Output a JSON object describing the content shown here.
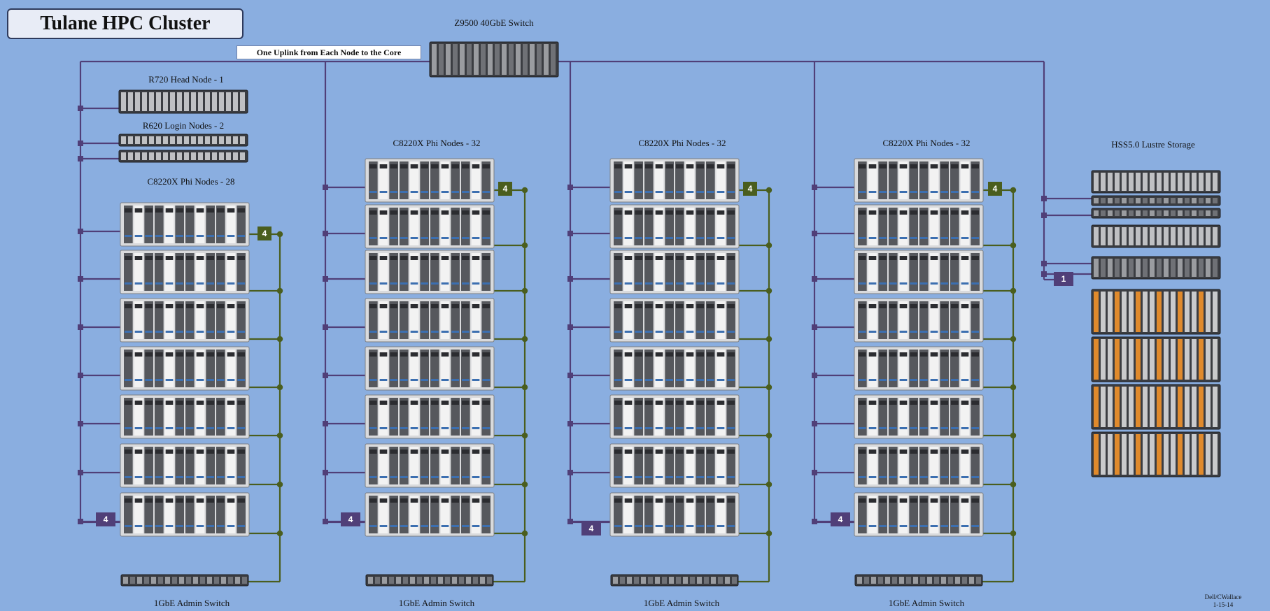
{
  "title": "Tulane HPC Cluster",
  "note": "One Uplink from Each Node to the Core",
  "core_switch": {
    "label": "Z9500 40GbE Switch"
  },
  "head_node": {
    "label": "R720 Head Node - 1"
  },
  "login_nodes": {
    "label": "R620 Login Nodes - 2"
  },
  "racks": [
    {
      "label": "C8220X Phi Nodes - 28",
      "uplink_count": "4",
      "admin_count": "4",
      "admin_switch": "1GbE Admin Switch"
    },
    {
      "label": "C8220X Phi Nodes - 32",
      "uplink_count": "4",
      "admin_count": "4",
      "admin_switch": "1GbE Admin Switch"
    },
    {
      "label": "C8220X Phi Nodes - 32",
      "uplink_count": "4",
      "admin_count": "4",
      "admin_switch": "1GbE Admin Switch"
    },
    {
      "label": "C8220X Phi Nodes - 32",
      "uplink_count": "4",
      "admin_count": "4",
      "admin_switch": "1GbE Admin Switch"
    }
  ],
  "storage": {
    "label": "HSS5.0 Lustre Storage",
    "uplink_count": "1"
  },
  "credit": {
    "author": "Dell/CWallace",
    "date": "1-15-14"
  },
  "colors": {
    "uplink": "#503f78",
    "admin": "#4a5e1e",
    "background": "#8aaee0"
  }
}
